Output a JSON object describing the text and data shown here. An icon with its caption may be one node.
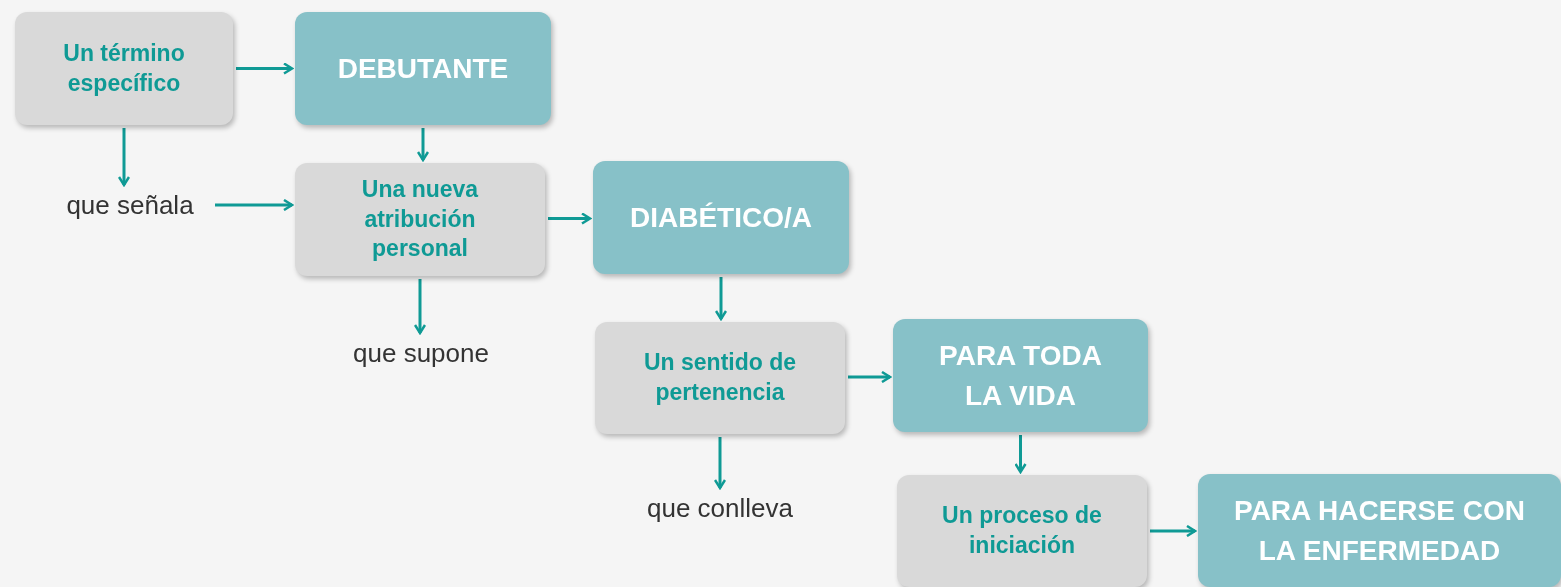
{
  "diagram": {
    "nodes": [
      {
        "text": [
          "Un término específico"
        ]
      },
      {
        "text": [
          "DEBUTANTE"
        ]
      },
      {
        "text": [
          "que señala"
        ]
      },
      {
        "text": [
          "Una nueva atribución personal"
        ]
      },
      {
        "text": [
          "DIABÉTICO/A"
        ]
      },
      {
        "text": [
          "que supone"
        ]
      },
      {
        "text": [
          "Un sentido de pertenencia"
        ]
      },
      {
        "text": [
          "PARA TODA LA VIDA"
        ]
      },
      {
        "text": [
          "que conlleva"
        ]
      },
      {
        "text": [
          "Un proceso de iniciación"
        ]
      },
      {
        "text": [
          "PARA HACERSE CON LA ENFERMEDAD"
        ]
      }
    ],
    "edges": [
      {
        "from": 0,
        "to": 1,
        "arrow": "to"
      },
      {
        "from": 0,
        "to": 2,
        "arrow": "to"
      },
      {
        "from": 1,
        "to": 3,
        "arrow": "to"
      },
      {
        "from": 2,
        "to": 3,
        "arrow": "to"
      },
      {
        "from": 3,
        "to": 4,
        "arrow": "to"
      },
      {
        "from": 3,
        "to": 5,
        "arrow": "to"
      },
      {
        "from": 4,
        "to": 6,
        "arrow": "to"
      },
      {
        "from": 6,
        "to": 7,
        "arrow": "to"
      },
      {
        "from": 6,
        "to": 8,
        "arrow": "to"
      },
      {
        "from": 7,
        "to": 9,
        "arrow": "to"
      },
      {
        "from": 9,
        "to": 10,
        "arrow": "to"
      }
    ]
  }
}
